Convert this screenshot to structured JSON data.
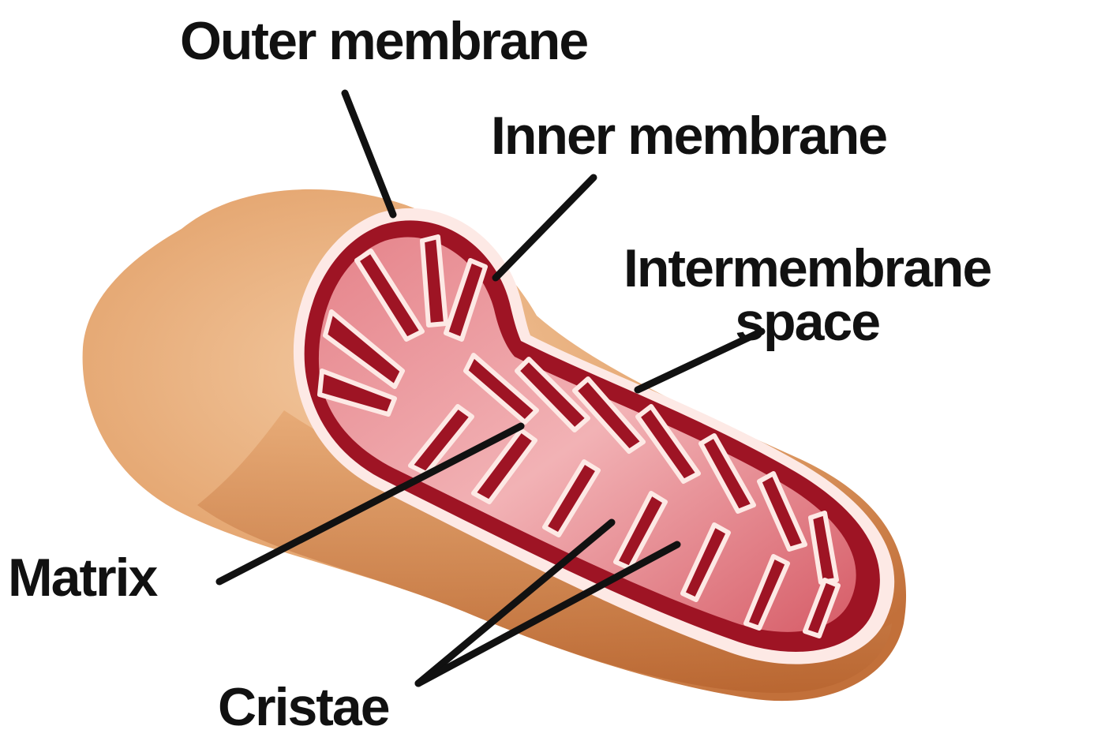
{
  "labels": {
    "outer_membrane": "Outer membrane",
    "inner_membrane": "Inner membrane",
    "intermembrane_space_line1": "Intermembrane",
    "intermembrane_space_line2": "space",
    "matrix": "Matrix",
    "cristae": "Cristae"
  },
  "colors": {
    "outer_body": "#e0a06c",
    "outer_body_shadow": "#c8773f",
    "inner_membrane": "#9e1424",
    "matrix": "#d9646e",
    "matrix_light": "#ef9fa5",
    "membrane_edge": "#fbe3e0",
    "leader_line": "#111111",
    "text": "#111111"
  }
}
